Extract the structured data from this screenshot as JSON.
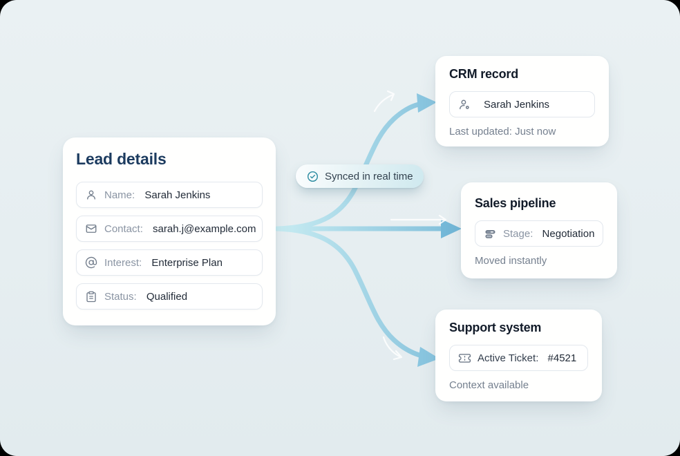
{
  "lead_card": {
    "title": "Lead details",
    "fields": [
      {
        "icon": "user-icon",
        "label": "Name: ",
        "value": "Sarah Jenkins"
      },
      {
        "icon": "mail-icon",
        "label": "Contact: ",
        "value": "sarah.j@example.com"
      },
      {
        "icon": "at-sign-icon",
        "label": "Interest: ",
        "value": "Enterprise Plan"
      },
      {
        "icon": "clipboard-icon",
        "label": "Status: ",
        "value": "Qualified"
      }
    ]
  },
  "sync_badge": {
    "icon": "check-circle-icon",
    "label": "Synced in real time"
  },
  "destinations": [
    {
      "title": "CRM record",
      "chip": {
        "icon": "user-badge-icon",
        "label": "",
        "value": "Sarah Jenkins"
      },
      "subtext": "Last updated: Just now"
    },
    {
      "title": "Sales pipeline",
      "chip": {
        "icon": "pipeline-stages-icon",
        "label": "Stage: ",
        "value": "Negotiation"
      },
      "subtext": "Moved instantly"
    },
    {
      "title": "Support system",
      "chip": {
        "icon": "ticket-icon",
        "label": "Active Ticket: ",
        "value": "#4521"
      },
      "subtext": "Context available"
    }
  ],
  "colors": {
    "panel_background": "#e6eef1",
    "card_background": "#ffffff",
    "lead_heading": "#1c3b5f",
    "dest_heading": "#121b29",
    "label_gray": "#8a94a3",
    "value_dark": "#222b38",
    "subtext_gray": "#75808f",
    "arrow_light": "#c8ecf2",
    "arrow_dark": "#7fbeda",
    "badge_icon_teal": "#2e8da1"
  }
}
